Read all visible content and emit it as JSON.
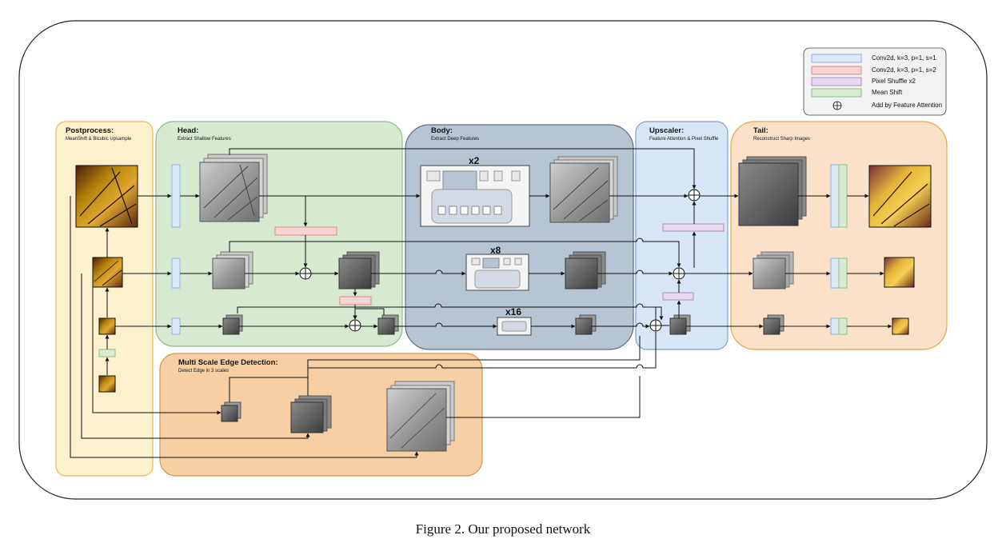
{
  "caption": "Figure 2. Our proposed network",
  "sections": {
    "postprocess": {
      "title": "Postprocess:",
      "subtitle": "MeanShift & Bicubic Upsample"
    },
    "head": {
      "title": "Head:",
      "subtitle": "Extract Shallow Features"
    },
    "body": {
      "title": "Body:",
      "subtitle": "Extract Deep Features"
    },
    "upscaler": {
      "title": "Upscaler:",
      "subtitle": "Feature Attention & Pixel Shuffle"
    },
    "tail": {
      "title": "Tail:",
      "subtitle": "Reconstruct Sharp Images"
    },
    "edge": {
      "title": "Multi Scale Edge Detection:",
      "subtitle": "Detect Edge in 3 scales"
    }
  },
  "multipliers": {
    "top": "x2",
    "mid": "x8",
    "bot": "x16"
  },
  "legend": [
    {
      "label": "Conv2d, k=3, p=1, s=1",
      "color": "#dce9f8",
      "border": "#8fb3dc"
    },
    {
      "label": "Conv2d, k=3, p=1, s=2",
      "color": "#f7d3d3",
      "border": "#d98b8b"
    },
    {
      "label": "Pixel Shuffle x2",
      "color": "#e6d9ef",
      "border": "#a88cc0"
    },
    {
      "label": "Mean Shift",
      "color": "#d8ecd2",
      "border": "#8fbf85"
    },
    {
      "label": "Add by Feature Attention",
      "color": "",
      "border": ""
    }
  ],
  "colors": {
    "postprocess_bg": "#fdf0cc",
    "postprocess_border": "#e4b85a",
    "head_bg": "#d8e9d2",
    "head_border": "#8fbf85",
    "body_bg": "#b7c4d2",
    "body_border": "#5d6f83",
    "upscaler_bg": "#d9e6f8",
    "upscaler_border": "#7f9fd0",
    "tail_bg": "#fbe1c7",
    "tail_border": "#e4a54a",
    "edge_bg": "#f6cfa4",
    "edge_border": "#d8944a"
  }
}
